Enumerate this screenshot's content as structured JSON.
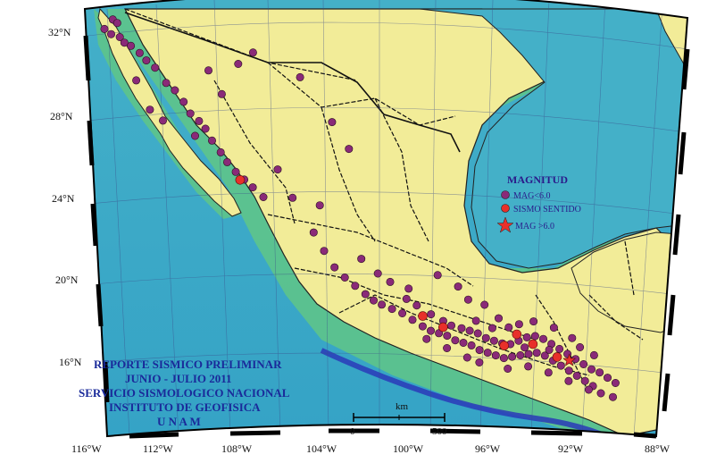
{
  "lat_labels": [
    "32°N",
    "28°N",
    "24°N",
    "20°N",
    "16°N"
  ],
  "lon_labels": [
    "116°W",
    "112°W",
    "108°W",
    "104°W",
    "100°W",
    "96°W",
    "92°W",
    "88°W"
  ],
  "legend": {
    "title": "MAGNITUD",
    "items": [
      {
        "label": "MAG<6.0",
        "symbol": "circle-icon",
        "color": "#8a2a78"
      },
      {
        "label": "SISMO SENTIDO",
        "symbol": "circle-icon",
        "color": "#e8302a"
      },
      {
        "label": "MAG >6.0",
        "symbol": "star-icon",
        "color": "#e8302a"
      }
    ]
  },
  "report_title": [
    "REPORTE SISMICO PRELIMINAR",
    "JUNIO - JULIO 2011",
    "SERVICIO SISMOLOGICO NACIONAL",
    "INSTITUTO DE GEOFISICA",
    "U N A M"
  ],
  "scale_bar": {
    "unit": "km",
    "start": "0",
    "end": "500"
  },
  "colors": {
    "land": "#f2ec98",
    "ocean_deep": "#3aa8c8",
    "ocean_shelf": "#5ec48a",
    "trench": "#2a3ab8",
    "event_small": "#8a2a78",
    "event_felt": "#e8302a"
  },
  "events_small": [
    [
      -114.8,
      32.6
    ],
    [
      -114.6,
      32.4
    ],
    [
      -115.2,
      32.2
    ],
    [
      -114.9,
      31.9
    ],
    [
      -114.5,
      31.7
    ],
    [
      -114.3,
      31.4
    ],
    [
      -114.0,
      31.2
    ],
    [
      -113.6,
      30.8
    ],
    [
      -113.3,
      30.4
    ],
    [
      -112.9,
      30.0
    ],
    [
      -113.8,
      29.5
    ],
    [
      -112.4,
      29.2
    ],
    [
      -112.0,
      28.8
    ],
    [
      -111.6,
      28.2
    ],
    [
      -111.3,
      27.6
    ],
    [
      -110.9,
      27.2
    ],
    [
      -110.6,
      26.8
    ],
    [
      -111.1,
      26.5
    ],
    [
      -110.3,
      26.2
    ],
    [
      -109.9,
      25.6
    ],
    [
      -109.6,
      25.1
    ],
    [
      -109.2,
      24.6
    ],
    [
      -108.8,
      24.2
    ],
    [
      -108.4,
      23.8
    ],
    [
      -107.9,
      23.3
    ],
    [
      -109.0,
      29.8
    ],
    [
      -108.3,
      30.3
    ],
    [
      -106.1,
      29.0
    ],
    [
      -104.6,
      26.8
    ],
    [
      -103.8,
      25.5
    ],
    [
      -105.5,
      21.5
    ],
    [
      -105.0,
      20.6
    ],
    [
      -104.5,
      19.8
    ],
    [
      -104.0,
      19.3
    ],
    [
      -103.5,
      18.9
    ],
    [
      -103.0,
      18.5
    ],
    [
      -102.6,
      18.2
    ],
    [
      -102.2,
      18.0
    ],
    [
      -101.7,
      17.8
    ],
    [
      -101.2,
      17.6
    ],
    [
      -100.7,
      17.3
    ],
    [
      -100.2,
      17.0
    ],
    [
      -99.8,
      16.8
    ],
    [
      -99.4,
      16.7
    ],
    [
      -99.0,
      16.6
    ],
    [
      -98.6,
      16.4
    ],
    [
      -98.2,
      16.3
    ],
    [
      -97.8,
      16.2
    ],
    [
      -97.4,
      16.0
    ],
    [
      -97.0,
      15.9
    ],
    [
      -96.6,
      15.8
    ],
    [
      -96.2,
      15.7
    ],
    [
      -95.8,
      15.8
    ],
    [
      -95.4,
      15.9
    ],
    [
      -95.0,
      16.0
    ],
    [
      -94.6,
      16.1
    ],
    [
      -94.2,
      16.0
    ],
    [
      -93.8,
      15.8
    ],
    [
      -93.4,
      15.6
    ],
    [
      -93.0,
      15.4
    ],
    [
      -92.6,
      15.2
    ],
    [
      -92.2,
      15.0
    ],
    [
      -91.8,
      14.8
    ],
    [
      -101.0,
      18.3
    ],
    [
      -100.5,
      18.0
    ],
    [
      -99.8,
      17.6
    ],
    [
      -99.2,
      17.3
    ],
    [
      -98.8,
      17.1
    ],
    [
      -98.3,
      17.0
    ],
    [
      -97.9,
      16.9
    ],
    [
      -97.5,
      16.8
    ],
    [
      -97.1,
      16.6
    ],
    [
      -96.7,
      16.5
    ],
    [
      -96.3,
      16.4
    ],
    [
      -95.9,
      16.4
    ],
    [
      -95.5,
      16.6
    ],
    [
      -95.1,
      16.8
    ],
    [
      -94.7,
      16.9
    ],
    [
      -94.3,
      16.8
    ],
    [
      -93.9,
      16.6
    ],
    [
      -93.5,
      16.4
    ],
    [
      -93.1,
      16.2
    ],
    [
      -92.7,
      16.0
    ],
    [
      -92.3,
      15.8
    ],
    [
      -91.9,
      15.6
    ],
    [
      -91.5,
      15.5
    ],
    [
      -91.1,
      15.3
    ],
    [
      -90.7,
      15.1
    ],
    [
      -98.0,
      18.4
    ],
    [
      -98.5,
      19.0
    ],
    [
      -99.5,
      19.5
    ],
    [
      -97.2,
      18.2
    ],
    [
      -96.5,
      17.6
    ],
    [
      -96.0,
      17.2
    ],
    [
      -95.5,
      17.4
    ],
    [
      -94.8,
      17.6
    ],
    [
      -93.8,
      17.4
    ],
    [
      -92.9,
      17.0
    ],
    [
      -92.5,
      16.6
    ],
    [
      -91.8,
      16.3
    ],
    [
      -103.2,
      20.2
    ],
    [
      -102.4,
      19.5
    ],
    [
      -101.8,
      19.1
    ],
    [
      -100.9,
      18.8
    ],
    [
      -105.2,
      22.8
    ],
    [
      -106.5,
      23.2
    ],
    [
      -107.2,
      24.6
    ],
    [
      -109.8,
      28.4
    ],
    [
      -110.4,
      29.6
    ],
    [
      -112.6,
      27.4
    ],
    [
      -113.2,
      28.0
    ],
    [
      -97.4,
      15.4
    ],
    [
      -98.0,
      15.6
    ],
    [
      -99.0,
      16.0
    ],
    [
      -100.0,
      16.4
    ],
    [
      -96.0,
      15.2
    ],
    [
      -95.0,
      15.4
    ],
    [
      -94.0,
      15.2
    ],
    [
      -93.0,
      14.9
    ],
    [
      -92.0,
      14.6
    ],
    [
      -91.4,
      14.5
    ],
    [
      -90.8,
      14.4
    ],
    [
      -96.8,
      17.1
    ],
    [
      -97.6,
      17.4
    ],
    [
      -95.2,
      16.3
    ],
    [
      -94.0,
      16.3
    ]
  ],
  "events_felt": [
    [
      -109.0,
      24.2
    ],
    [
      -100.2,
      17.5
    ],
    [
      -99.2,
      17.0
    ],
    [
      -96.2,
      16.3
    ],
    [
      -95.6,
      16.9
    ],
    [
      -93.6,
      16.0
    ],
    [
      -94.8,
      16.5
    ]
  ],
  "events_large": [
    [
      -93.0,
      15.9
    ]
  ]
}
